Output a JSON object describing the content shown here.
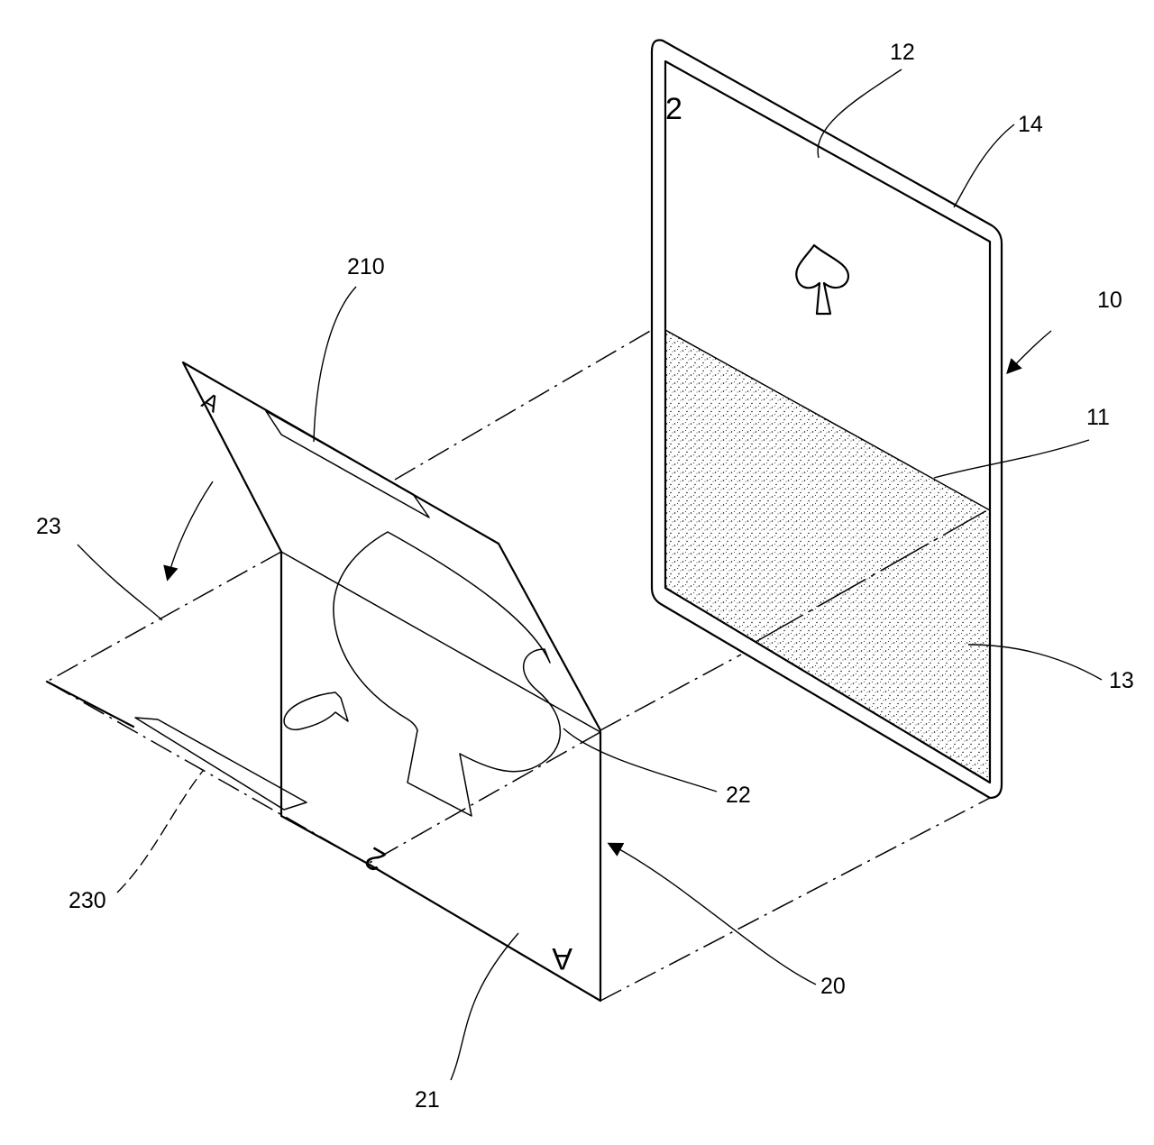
{
  "card_rank_back": "2",
  "card_rank_front": "A",
  "refs": {
    "r10": "10",
    "r11": "11",
    "r12": "12",
    "r13": "13",
    "r14": "14",
    "r20": "20",
    "r21": "21",
    "r22": "22",
    "r23": "23",
    "r210": "210",
    "r230": "230"
  },
  "icons": [
    "spade-icon",
    "arrow-icon"
  ],
  "colors": {
    "line": "#000000",
    "background": "#ffffff",
    "stipple": "#000000"
  }
}
